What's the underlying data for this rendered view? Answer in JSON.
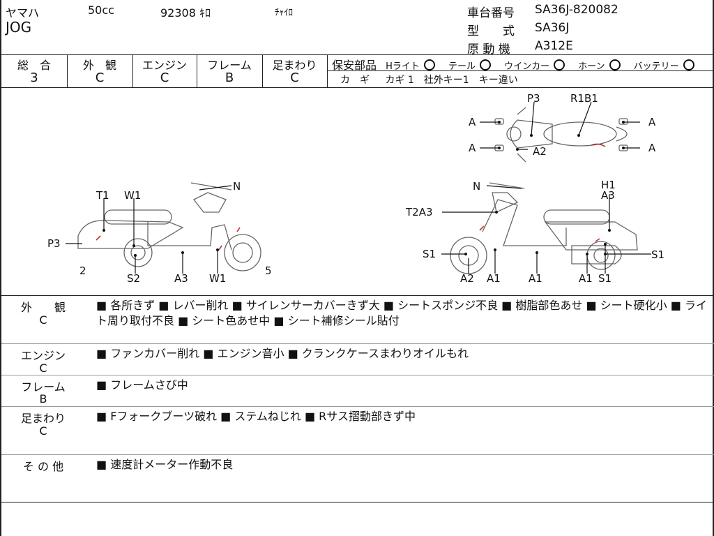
{
  "header": {
    "maker": "ヤマハ",
    "cc": "50cc",
    "mileage": "92308 ｷﾛ",
    "color": "ﾁｬｲﾛ",
    "model_name": "JOG",
    "frame_no_label": "車台番号",
    "frame_no": "SA36J-820082",
    "type_label": "型　　式",
    "type": "SA36J",
    "engine_label": "原 動 機",
    "engine": "A312E"
  },
  "grades": {
    "headers": [
      "総　合",
      "外　観",
      "エンジン",
      "フレーム",
      "足まわり"
    ],
    "values": [
      "3",
      "C",
      "C",
      "B",
      "C"
    ]
  },
  "safety": {
    "label": "保安部品",
    "items": [
      "Hライト",
      "テール",
      "ウインカー",
      "ホーン",
      "バッテリー"
    ],
    "key_label": "カ　ギ",
    "key_text": "カギ 1　社外キー1　キー違い"
  },
  "diagram_labels": {
    "top": [
      "P3",
      "R1B1",
      "A",
      "A",
      "A",
      "A",
      "A2"
    ],
    "left_side": [
      "N",
      "T1",
      "W1",
      "P3",
      "2",
      "S2",
      "A3",
      "W1",
      "5"
    ],
    "right_side": [
      "N",
      "H1",
      "A3",
      "T2A3",
      "S1",
      "S1",
      "A2",
      "A1",
      "A1",
      "A1",
      "S1"
    ]
  },
  "sections": [
    {
      "label": "外　　観",
      "grade": "C",
      "text": "■ 各所きず ■ レバー削れ ■ サイレンサーカバーきず大 ■ シートスポンジ不良 ■ 樹脂部色あせ ■ シート硬化小 ■ ライト周り取付不良 ■ シート色あせ中 ■ シート補修シール貼付"
    },
    {
      "label": "エンジン",
      "grade": "C",
      "text": "■ ファンカバー削れ ■ エンジン音小 ■ クランクケースまわりオイルもれ"
    },
    {
      "label": "フレーム",
      "grade": "B",
      "text": "■ フレームさび中"
    },
    {
      "label": "足まわり",
      "grade": "C",
      "text": "■ Fフォークブーツ破れ ■ ステムねじれ ■ Rサス摺動部きず中"
    },
    {
      "label": "そ の 他",
      "grade": "",
      "text": "■ 速度計メーター作動不良"
    }
  ]
}
